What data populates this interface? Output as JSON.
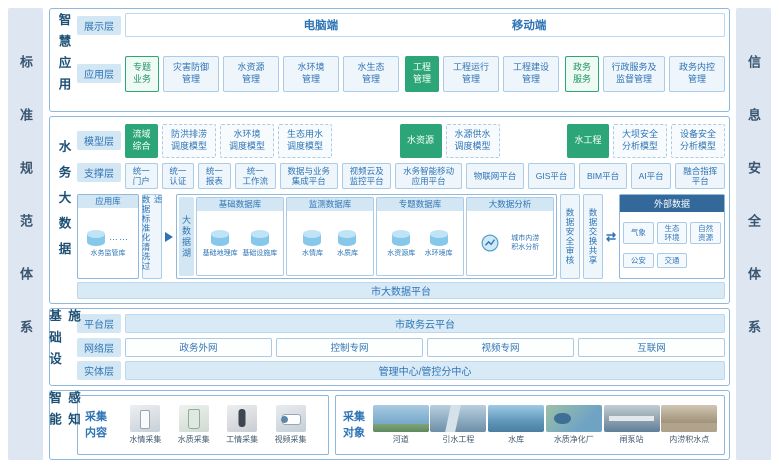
{
  "sidebars": {
    "left": "标准规范体系",
    "right": "信息安全体系"
  },
  "icons": {
    "exchange_arrow": "⇄",
    "ellipsis": "……",
    "more": "…"
  },
  "colors": {
    "accent_blue": "#2e74b5",
    "accent_green": "#2ca678",
    "dark_header": "#33689b"
  },
  "smart_app": {
    "title": "智慧应用",
    "display": {
      "chip": "展示层",
      "pc": "电脑端",
      "mobile": "移动端"
    },
    "app": {
      "chip": "应用层",
      "g1_head": "专题\n业务",
      "g1_items": [
        "灾害防御\n管理",
        "水资源\n管理",
        "水环境\n管理",
        "水生态\n管理"
      ],
      "g2_head": "工程\n管理",
      "g2_items": [
        "工程运行\n管理",
        "工程建设\n管理"
      ],
      "g3_head": "政务\n服务",
      "g3_items": [
        "行政服务及\n监督管理",
        "政务内控\n管理"
      ]
    }
  },
  "bigdata": {
    "title": "水务大数据",
    "model": {
      "chip": "模型层",
      "g1_head": "流域\n综合",
      "g1_items": [
        "防洪排涝\n调度模型",
        "水环境\n调度模型",
        "生态用水\n调度模型"
      ],
      "g2_head": "水资源",
      "g2_items": [
        "水源供水\n调度模型"
      ],
      "g3_head": "水工程",
      "g3_items": [
        "大坝安全\n分析模型",
        "设备安全\n分析模型"
      ]
    },
    "support": {
      "chip": "支撑层",
      "items": [
        "统一\n门户",
        "统一\n认证",
        "统一\n报表",
        "统一\n工作流",
        "数据与业务\n集成平台",
        "视频云及\n监控平台",
        "水务智能移动\n应用平台",
        "物联网平台",
        "GIS平台",
        "BIM平台",
        "AI平台",
        "融合指挥\n平台"
      ]
    },
    "flow": {
      "applib": {
        "chip": "应用库",
        "db_label": "水务监管库"
      },
      "filter": "数据标准化清洗过滤",
      "lake": {
        "label": "大数据湖",
        "boxes": [
          {
            "head": "基础数据库",
            "dbs": [
              "基础地理库",
              "基础设施库"
            ]
          },
          {
            "head": "监测数据库",
            "dbs": [
              "水情库",
              "水质库"
            ]
          },
          {
            "head": "专题数据库",
            "dbs": [
              "水资源库",
              "水环境库"
            ]
          }
        ],
        "analysis": {
          "head": "大数据分析",
          "label": "城市内涝\n积水分析"
        }
      },
      "audit": "数据安全审核",
      "share": "数据交换共享",
      "external": {
        "head": "外部数据",
        "items": [
          "气象",
          "生态\n环境",
          "自然\n资源",
          "公安",
          "交通"
        ]
      }
    },
    "platform_bar": "市大数据平台"
  },
  "infra": {
    "title": "基础设施",
    "platform": {
      "chip": "平台层",
      "bar": "市政务云平台"
    },
    "network": {
      "chip": "网络层",
      "items": [
        "政务外网",
        "控制专网",
        "视频专网",
        "互联网"
      ]
    },
    "entity": {
      "chip": "实体层",
      "bar": "管理中心/管控分中心"
    }
  },
  "sensing": {
    "title": "智能感知",
    "content": {
      "label": "采集\n内容",
      "items": [
        "水情采集",
        "水质采集",
        "工情采集",
        "视频采集"
      ]
    },
    "objects": {
      "label": "采集\n对象",
      "items": [
        "河道",
        "引水工程",
        "水库",
        "水质净化厂",
        "闸泵站",
        "内涝积水点"
      ]
    }
  }
}
